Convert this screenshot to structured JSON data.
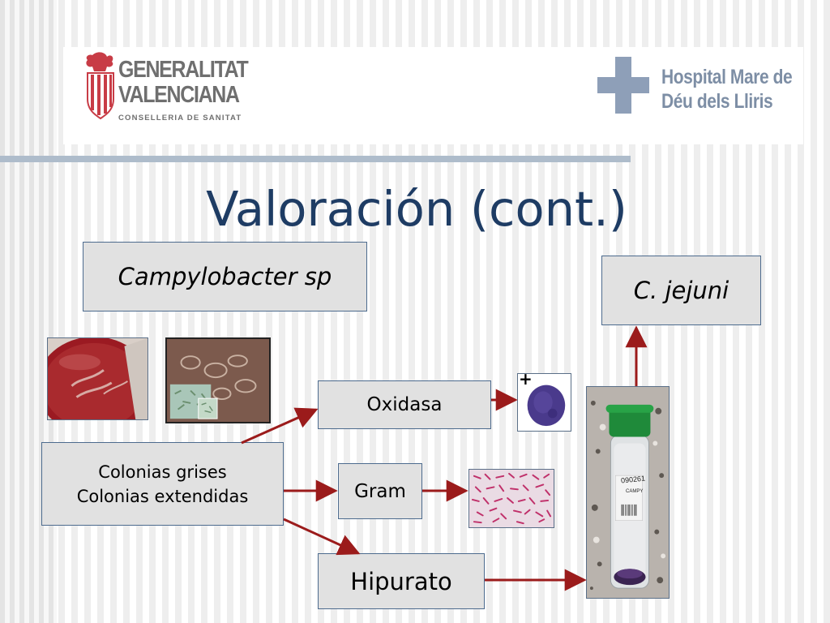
{
  "header": {
    "gv_logo": {
      "line1": "GENERALITAT",
      "line2": "VALENCIANA",
      "line3": "CONSELLERIA DE SANITAT"
    },
    "hospital_logo": {
      "line1": "Hospital Mare de",
      "line2": "Déu dels Lliris"
    }
  },
  "slide": {
    "title": "Valoración (cont.)",
    "boxes": {
      "campylobacter": "Campylobacter sp",
      "jejuni": "C. jejuni",
      "colonias_line1": "Colonias grises",
      "colonias_line2": "Colonias extendidas",
      "oxidasa": "Oxidasa",
      "gram": "Gram",
      "hipurato": "Hipurato"
    },
    "images": {
      "oxidase_result": "+",
      "tube_label_number": "090261",
      "tube_label_text": "CAMPY"
    }
  },
  "colors": {
    "title": "#1e3c64",
    "box_fill": "#e1e1e1",
    "box_border": "#4d6b8e",
    "arrow": "#9b1b1b",
    "divider": "#aebccb",
    "hospital_cross": "#8e9fb8"
  }
}
